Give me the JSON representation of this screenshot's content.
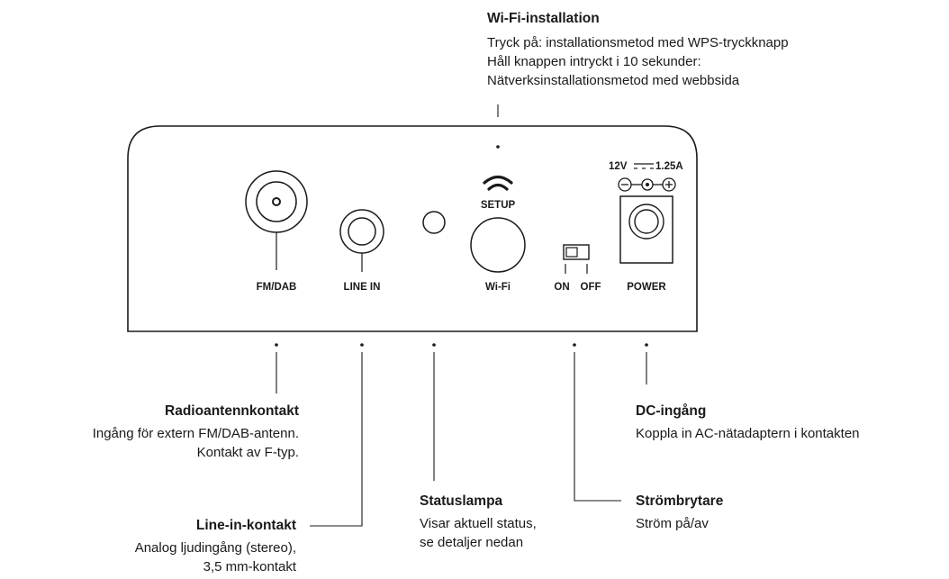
{
  "wifi_installation": {
    "title": "Wi-Fi-installation",
    "lines": [
      "Tryck på: installationsmetod med WPS-tryckknapp",
      "Håll knappen intryckt i 10 sekunder:",
      "Nätverksinstallationsmetod med webbsida"
    ]
  },
  "panel_labels": {
    "fm_dab": "FM/DAB",
    "line_in": "LINE IN",
    "setup": "SETUP",
    "wifi": "Wi-Fi",
    "on": "ON",
    "off": "OFF",
    "power": "POWER",
    "rating_left": "12V",
    "rating_right": "1.25A"
  },
  "callouts": {
    "radio_antenna": {
      "title": "Radioantennkontakt",
      "lines": [
        "Ingång för extern FM/DAB-antenn.",
        "Kontakt av F-typ."
      ]
    },
    "line_in": {
      "title": "Line-in-kontakt",
      "lines": [
        "Analog ljudingång (stereo),",
        "3,5 mm-kontakt"
      ]
    },
    "status_lamp": {
      "title": "Statuslampa",
      "lines": [
        "Visar aktuell status,",
        "se detaljer nedan"
      ]
    },
    "power_switch": {
      "title": "Strömbrytare",
      "lines": [
        "Ström på/av"
      ]
    },
    "dc_input": {
      "title": "DC-ingång",
      "lines": [
        "Koppla in AC-nätadaptern i kontakten"
      ]
    }
  }
}
